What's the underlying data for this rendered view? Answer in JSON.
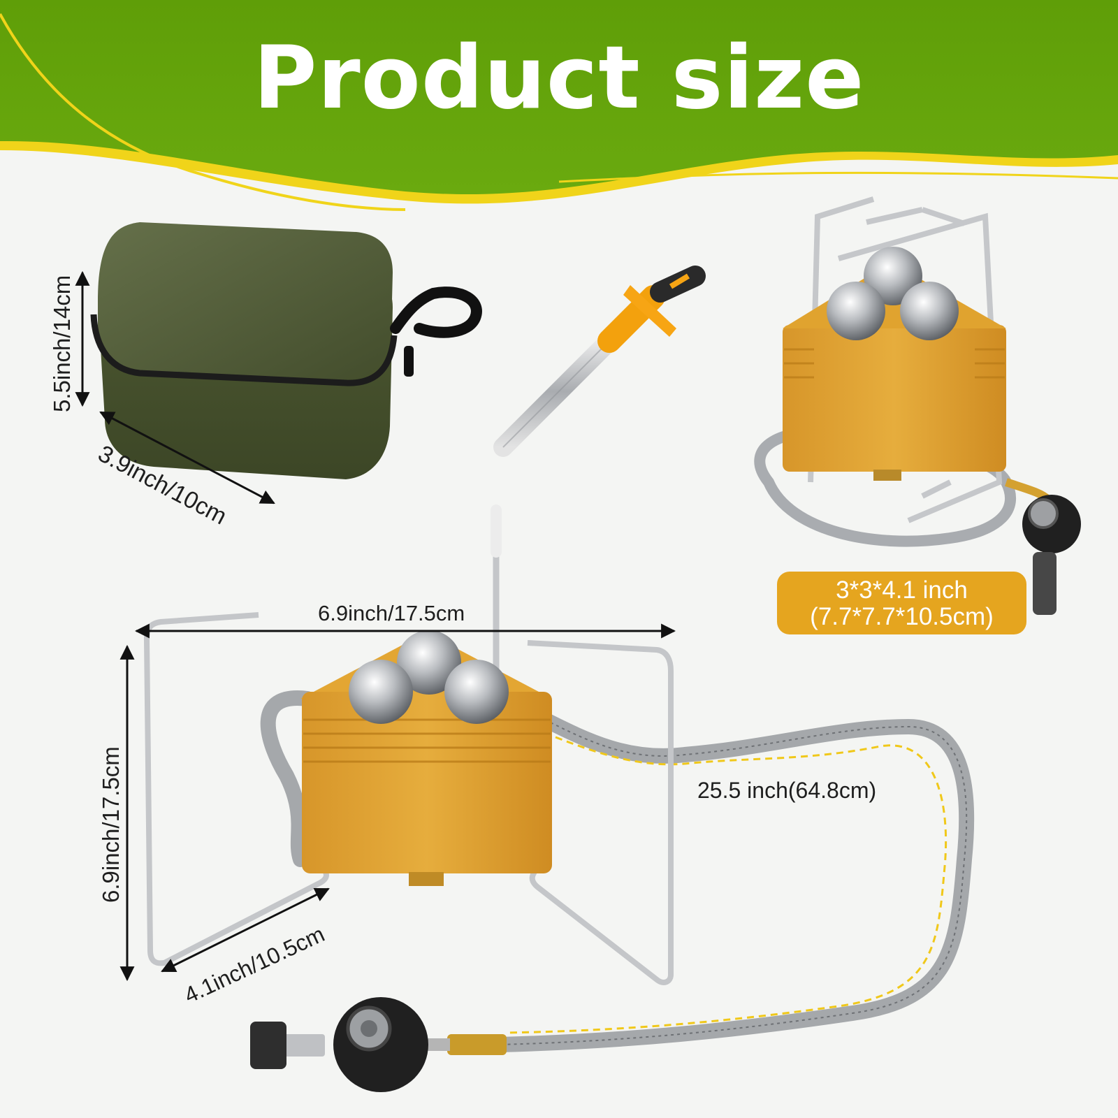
{
  "banner": {
    "title": "Product size",
    "color": "#63a30b",
    "wave_color": "#f0d41a"
  },
  "case": {
    "height_label": "5.5inch/14cm",
    "width_label": "3.9inch/10cm",
    "color": "#515c36"
  },
  "stove_small": {
    "size_line1": "3*3*4.1 inch",
    "size_line2": "(7.7*7.7*10.5cm)",
    "badge_color": "#e5a51f"
  },
  "stove_large": {
    "width_label": "6.9inch/17.5cm",
    "height_label": "6.9inch/17.5cm",
    "depth_label": "4.1inch/10.5cm",
    "hose_label": "25.5 inch(64.8cm)",
    "body_color": "#e0a32f"
  },
  "icons": [
    "storage-case-icon",
    "igniter-icon",
    "stove-icon",
    "hose-icon",
    "gas-valve-icon"
  ]
}
